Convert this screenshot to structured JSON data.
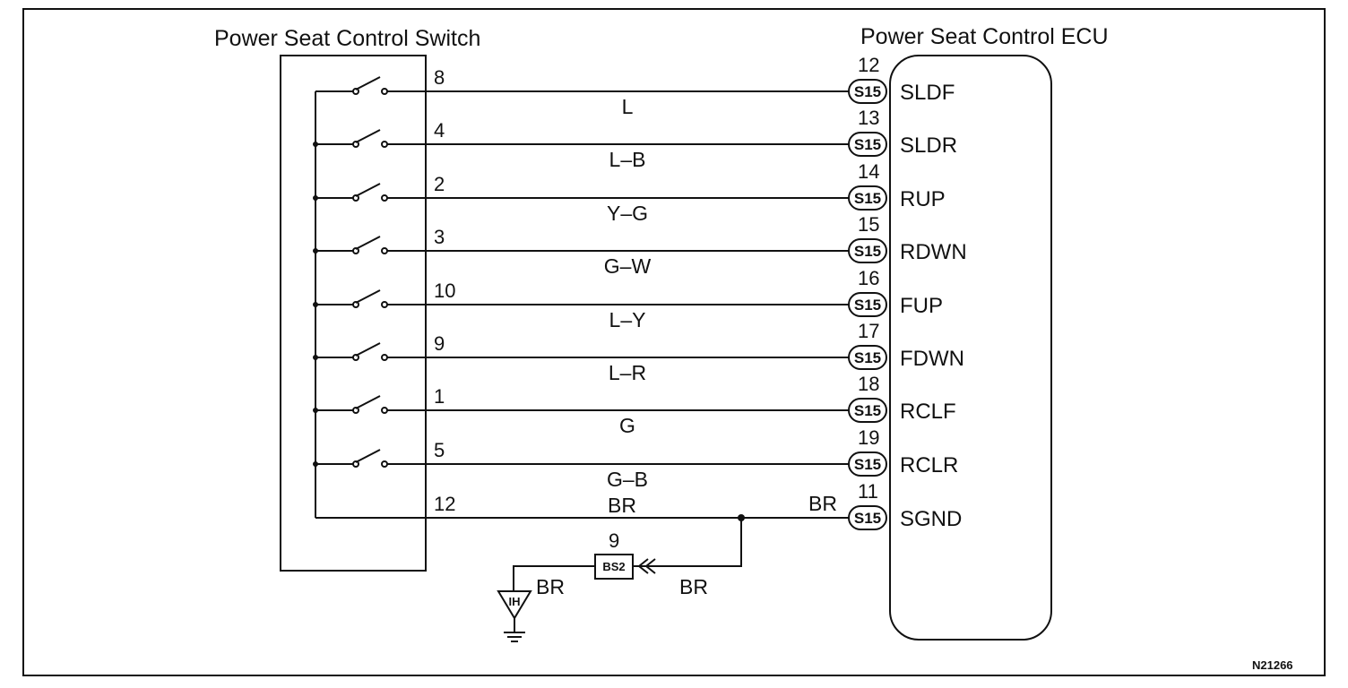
{
  "switch_title": "Power Seat Control Switch",
  "ecu_title": "Power Seat Control ECU",
  "figure_id": "N21266",
  "connector_code": "S15",
  "circuits": [
    {
      "switch_pin": "8",
      "wire_color": "L",
      "ecu_pin": "12",
      "signal": "SLDF"
    },
    {
      "switch_pin": "4",
      "wire_color": "L–B",
      "ecu_pin": "13",
      "signal": "SLDR"
    },
    {
      "switch_pin": "2",
      "wire_color": "Y–G",
      "ecu_pin": "14",
      "signal": "RUP"
    },
    {
      "switch_pin": "3",
      "wire_color": "G–W",
      "ecu_pin": "15",
      "signal": "RDWN"
    },
    {
      "switch_pin": "10",
      "wire_color": "L–Y",
      "ecu_pin": "16",
      "signal": "FUP"
    },
    {
      "switch_pin": "9",
      "wire_color": "L–R",
      "ecu_pin": "17",
      "signal": "FDWN"
    },
    {
      "switch_pin": "1",
      "wire_color": "G",
      "ecu_pin": "18",
      "signal": "RCLF"
    },
    {
      "switch_pin": "5",
      "wire_color": "G–B",
      "ecu_pin": "19",
      "signal": "RCLR"
    }
  ],
  "ground": {
    "switch_pin": "12",
    "wire_color": "BR",
    "ecu_side_wire_color": "BR",
    "ecu_pin": "11",
    "signal": "SGND",
    "junction_pin": "9",
    "junction_code": "BS2",
    "junction_right_wire_color": "BR",
    "junction_left_wire_color": "BR",
    "ground_point_code": "IH"
  }
}
